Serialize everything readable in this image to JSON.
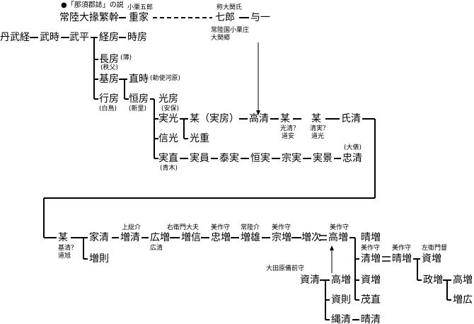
{
  "note": "●「那須郡誌」の説",
  "names": {
    "hitachi_taijo": "常陸大掾繁幹",
    "shigeie": "重家",
    "shichiro": "七郎",
    "yoichi": "与一",
    "tanbu": "丹武経",
    "taketoki": "武時",
    "takehira": "武平",
    "tsunefusa": "経房",
    "tokifusa": "時房",
    "nagafusa": "長房",
    "motofusa": "基房",
    "naotoki": "直時",
    "yukifusa": "行房",
    "tsunefusa2": "恒房",
    "mitsufusa": "光房",
    "sanemitsu": "実光",
    "nobumitsu": "信光",
    "mitsushige": "光重",
    "sanenao": "実直",
    "bou_sanefusa": "某（実房）",
    "takakiyo": "高清",
    "bou1": "某",
    "bou2": "某",
    "ujikiyo": "氏清",
    "sanekazu": "実員",
    "yasuzane": "泰実",
    "tsunezane": "恒実",
    "munezane": "宗実",
    "sanekage": "実景",
    "tadakiyo": "忠清",
    "bou3": "某",
    "iekiyo": "家清",
    "masunori": "増則",
    "masukiyo": "増清",
    "hiromasu": "広増",
    "masunobu": "増信",
    "tadamasu": "忠増",
    "masuo": "増雄",
    "munemasu": "宗増",
    "masutsugu": "増次",
    "takamasu": "高増",
    "harumasu": "晴増",
    "kiyomasu": "清増",
    "harumasu2": "晴増",
    "sukemasu": "資増",
    "sukemasu_b": "資増",
    "shigenao": "茂直",
    "sukekiyo": "資清",
    "takamasu2": "高増",
    "sukenori": "資則",
    "tsunakiyo": "縄清",
    "haruki": "晴清",
    "masamasu": "政増",
    "takamasu3": "高増",
    "masuhiro": "増広"
  },
  "labels": {
    "oguri_goro": "小栗五郎",
    "shou_taizeki": "称大関氏",
    "hitachi_oguri_1": "常陸国小栗庄",
    "hitachi_oguri_2": "大関郷",
    "nagafusa_note": "(薄)",
    "nagafusa_note2": "(秩父)",
    "naotoki_note": "(勅使河原)",
    "yukifusa_note": "(白鳥)",
    "tsunefusa2_note": "(新里)",
    "mitsufusa_note": "(安保)",
    "sanenao_note": "(青木)",
    "bou1_note1": "光清？",
    "bou1_note2": "道安",
    "bou2_note1": "清実？",
    "bou2_note2": "道光",
    "tadakiyo_note": "(大俵)",
    "bou3_note1": "基清？",
    "bou3_note2": "道旭",
    "kazusa_suke": "上総介",
    "hiromasu_alt": "広清",
    "uemon_taifu": "右衛門大夫",
    "mimasaka_1": "美作守",
    "hitachi_suke": "常陸介",
    "mimasaka_2": "美作守",
    "mimasaka_3": "美作守",
    "mimasaka_4": "美作守",
    "mimasaka_5": "美作守",
    "saemon_tok": "左衛門督",
    "ota_bizen": "大田原備前守"
  }
}
